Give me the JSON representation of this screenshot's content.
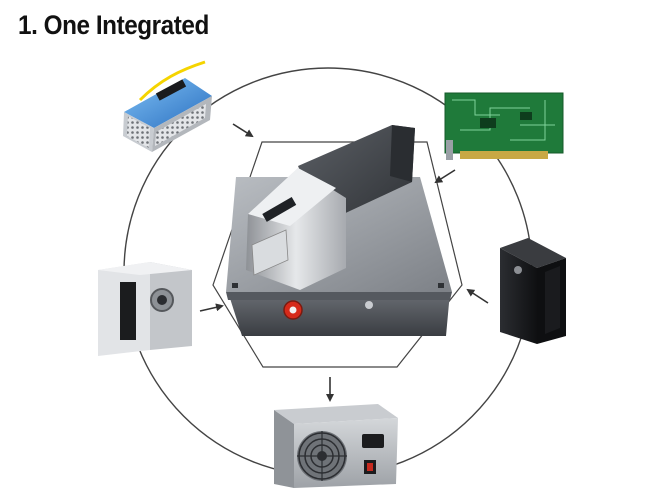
{
  "title": "1. One Integrated",
  "colors": {
    "ring": "#444444",
    "arrow": "#333333",
    "machine_body": "#4d5157",
    "machine_top": "#9a9ea4",
    "laser_head_silver": "#c9ccd0",
    "estop_red": "#d62a1a",
    "pcb_green": "#1f7a3a",
    "laser_source_blue": "#3a8ad8",
    "tower_black": "#1c1d20",
    "psu_grey": "#b8bbbf"
  },
  "components": [
    {
      "id": "fiber-laser-source",
      "icon": "fiber-laser-source-icon"
    },
    {
      "id": "control-board",
      "icon": "control-board-icon"
    },
    {
      "id": "galvo-scanner",
      "icon": "galvo-scanner-icon"
    },
    {
      "id": "computer-tower",
      "icon": "computer-tower-icon"
    },
    {
      "id": "power-supply",
      "icon": "power-supply-icon"
    },
    {
      "id": "integrated-machine",
      "icon": "integrated-machine-icon"
    }
  ]
}
